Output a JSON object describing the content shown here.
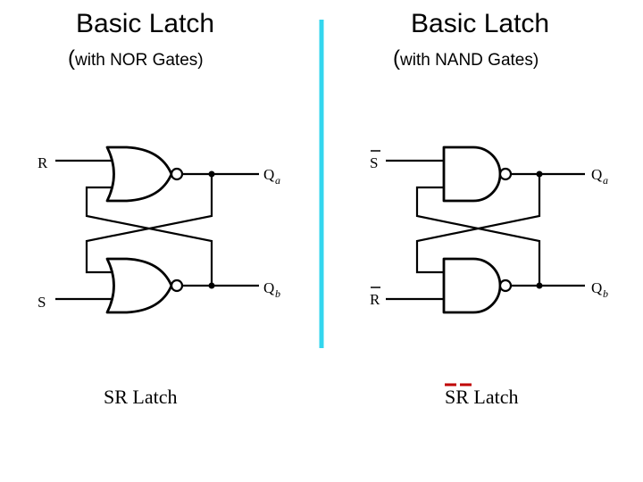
{
  "left": {
    "title": "Basic Latch",
    "subtitle_open": "(",
    "subtitle_inner": "with NOR Gates)",
    "inputs": {
      "top": "R",
      "bottom": "S"
    },
    "outputs": {
      "top": "Q",
      "top_sub": "a",
      "bottom": "Q",
      "bottom_sub": "b"
    },
    "caption": "SR Latch"
  },
  "right": {
    "title": "Basic Latch",
    "subtitle_open": "(",
    "subtitle_inner": "with NAND Gates)",
    "inputs": {
      "top": "S",
      "bottom": "R"
    },
    "outputs": {
      "top": "Q",
      "top_sub": "a",
      "bottom": "Q",
      "bottom_sub": "b"
    },
    "caption": "SR Latch"
  },
  "colors": {
    "divider": "#33d6ee",
    "overbar": "#c00000",
    "ink": "#000000"
  }
}
